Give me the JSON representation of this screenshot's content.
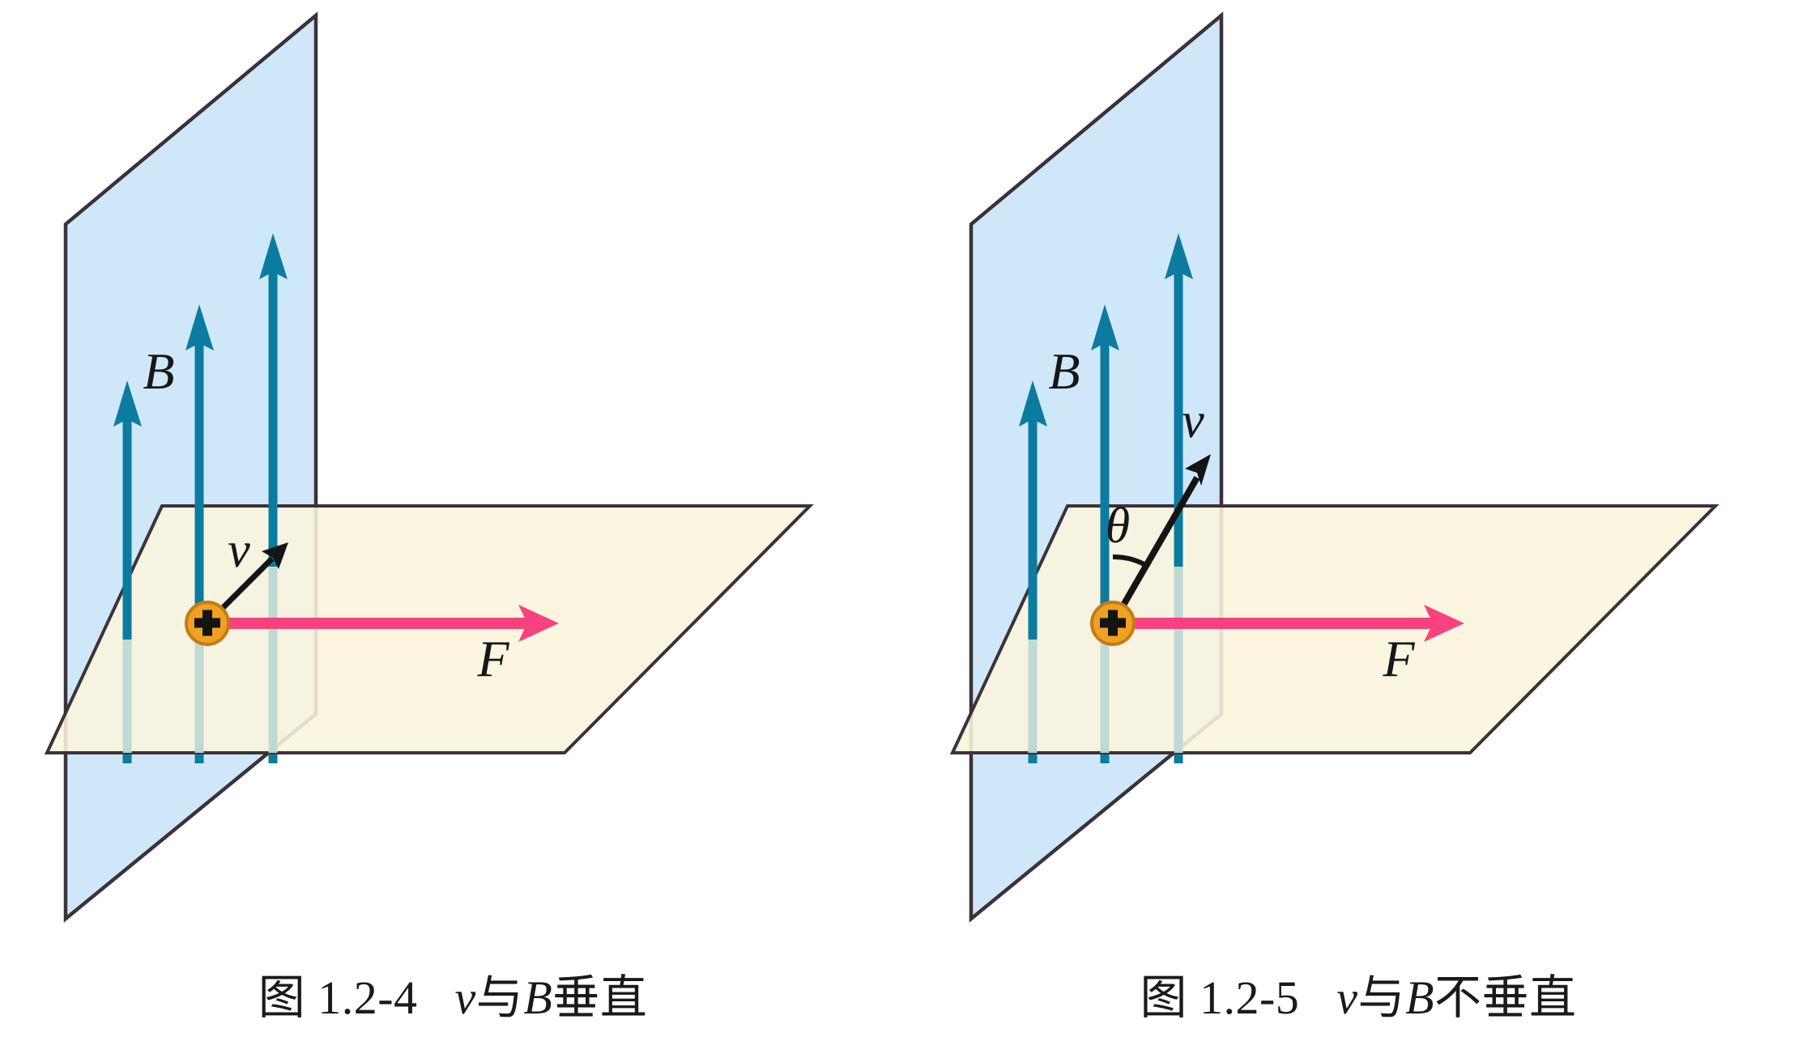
{
  "figures": [
    {
      "id": "fig-1-2-4",
      "caption": {
        "figure_no": "图 1.2-4",
        "text_a": "v",
        "text_b": "与",
        "text_c": "B",
        "text_d": "垂直",
        "full": "图 1.2-4　v与B垂直"
      },
      "labels": {
        "B": "B",
        "v": "v",
        "F": "F",
        "charge": "+"
      },
      "vectors": {
        "B_count": 3,
        "B_direction": "up",
        "v_direction": "up-right-45deg",
        "v_angle_from_B_deg": 90,
        "F_direction": "right"
      },
      "angle_marked": false,
      "angle_label": ""
    },
    {
      "id": "fig-1-2-5",
      "caption": {
        "figure_no": "图 1.2-5",
        "text_a": "v",
        "text_b": "与",
        "text_c": "B",
        "text_d": "不垂直",
        "full": "图 1.2-5　v与B不垂直"
      },
      "labels": {
        "B": "B",
        "v": "v",
        "F": "F",
        "charge": "+"
      },
      "vectors": {
        "B_count": 3,
        "B_direction": "up",
        "v_direction": "up-right-steep",
        "v_angle_from_B_deg": 40,
        "F_direction": "right"
      },
      "angle_marked": true,
      "angle_label": "θ"
    }
  ],
  "colors": {
    "vertical_plane_fill": "#cfe8f9",
    "horizontal_plane_fill": "#fcf5dc",
    "plane_outline": "#3b3239",
    "B_vector": "#0b7ba0",
    "B_vector_occluded": "#b7d4d2",
    "F_vector": "#f8427f",
    "v_vector": "#141414",
    "charge_fill": "#f0a123",
    "charge_stroke": "#b9761a",
    "charge_sign": "#141414",
    "background": "#ffffff",
    "caption_text": "#1a1a1a"
  }
}
